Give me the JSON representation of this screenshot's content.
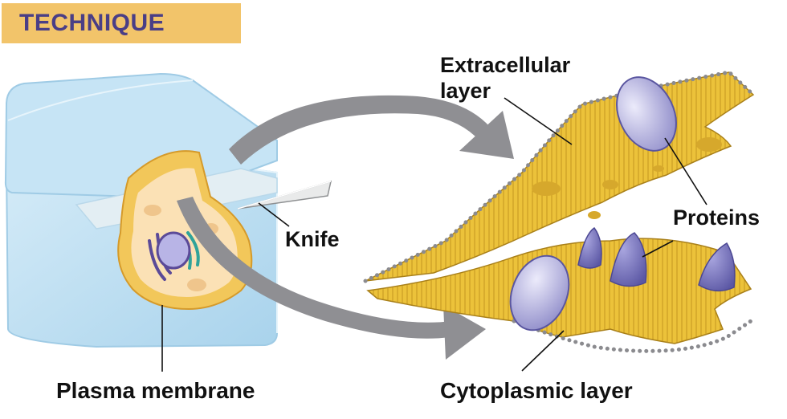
{
  "header": {
    "tag": "TECHNIQUE"
  },
  "labels": {
    "extracellular_line1": "Extracellular",
    "extracellular_line2": "layer",
    "proteins": "Proteins",
    "knife": "Knife",
    "plasma_membrane": "Plasma membrane",
    "cytoplasmic_layer": "Cytoplasmic layer"
  },
  "colors": {
    "tag_background": "#f2c46a",
    "tag_text": "#4a3e86",
    "ice_block": "#bfe0f2",
    "membrane": "#ecc23a",
    "protein": "#c8c6ec",
    "arrow": "#8f8f93"
  }
}
